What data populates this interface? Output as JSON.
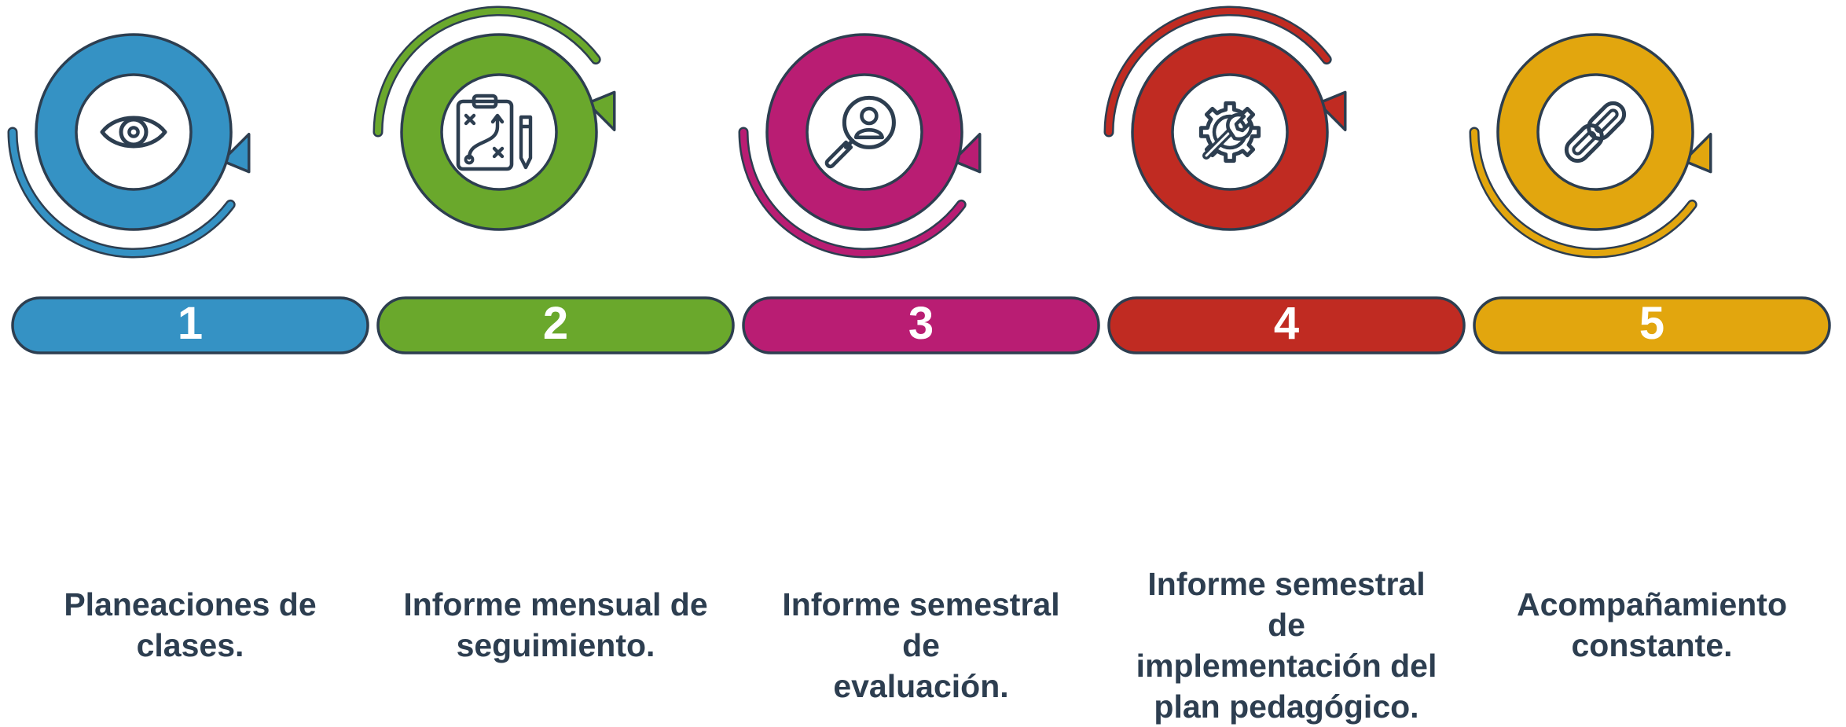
{
  "steps": [
    {
      "number": "1",
      "color": "#3592c4",
      "icon": "eye-icon",
      "arrow": "bottom",
      "label_lines": [
        "Planeaciones de",
        "clases."
      ]
    },
    {
      "number": "2",
      "color": "#6aa82c",
      "icon": "clipboard-plan-icon",
      "arrow": "top",
      "label_lines": [
        "Informe mensual de",
        "seguimiento."
      ]
    },
    {
      "number": "3",
      "color": "#b91d73",
      "icon": "magnifier-user-icon",
      "arrow": "bottom",
      "label_lines": [
        "Informe semestral de",
        "evaluación."
      ]
    },
    {
      "number": "4",
      "color": "#c02b22",
      "icon": "gear-wrench-icon",
      "arrow": "top",
      "label_lines": [
        "Informe semestral de",
        "implementación del",
        "plan pedagógico."
      ]
    },
    {
      "number": "5",
      "color": "#e2a60e",
      "icon": "chain-link-icon",
      "arrow": "bottom",
      "label_lines": [
        "Acompañamiento",
        "constante."
      ]
    }
  ]
}
